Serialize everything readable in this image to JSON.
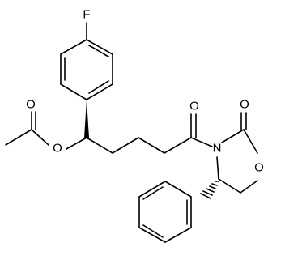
{
  "diagram": {
    "kind": "skeletal-structure",
    "atoms": {
      "fluorine": "F",
      "ester_carbonyl_oxygen": "O",
      "ester_oxygen": "O",
      "ketone_oxygen": "O",
      "oxazolidinone_nitrogen": "N",
      "oxazolidinone_carbonyl_oxygen": "O",
      "ring_oxygen": "O"
    },
    "colors": {
      "bond": "#000000",
      "label": "#000000",
      "background": "#ffffff"
    }
  }
}
